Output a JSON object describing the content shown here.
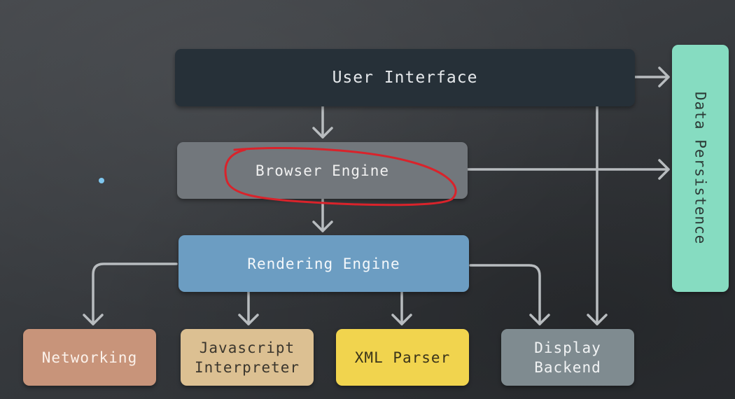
{
  "nodes": {
    "user_interface": "User Interface",
    "browser_engine": "Browser Engine",
    "rendering_engine": "Rendering Engine",
    "data_persistence": "Data Persistence",
    "networking": "Networking",
    "javascript_interpreter": "Javascript\nInterpreter",
    "xml_parser": "XML Parser",
    "display_backend": "Display\nBackend"
  },
  "edges": [
    {
      "from": "User Interface",
      "to": "Browser Engine"
    },
    {
      "from": "User Interface",
      "to": "Data Persistence"
    },
    {
      "from": "User Interface",
      "to": "Display Backend"
    },
    {
      "from": "Browser Engine",
      "to": "Data Persistence"
    },
    {
      "from": "Browser Engine",
      "to": "Rendering Engine"
    },
    {
      "from": "Rendering Engine",
      "to": "Networking"
    },
    {
      "from": "Rendering Engine",
      "to": "Javascript Interpreter"
    },
    {
      "from": "Rendering Engine",
      "to": "XML Parser"
    },
    {
      "from": "Rendering Engine",
      "to": "Display Backend"
    }
  ],
  "colors": {
    "user_interface": "#263038",
    "browser_engine": "#72777c",
    "rendering_engine": "#6c9dc2",
    "data_persistence": "#86dcc1",
    "networking": "#c8947a",
    "javascript_interpreter": "#dcc092",
    "xml_parser": "#f1d44e",
    "display_backend": "#7f8b90",
    "arrow": "#b8bcbf",
    "highlight_annotation": "#d9232b",
    "pointer_dot": "#7fc7ef"
  },
  "annotations": {
    "highlight": "hand-drawn red ellipse circling Browser Engine"
  }
}
